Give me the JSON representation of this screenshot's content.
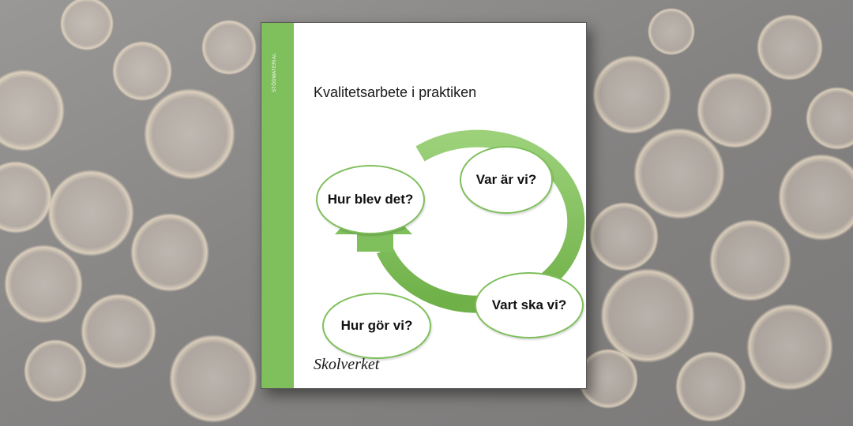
{
  "book": {
    "spine_label": "STÖDMATERIAL",
    "title": "Kvalitetsarbete i praktiken",
    "publisher": "Skolverket",
    "accent_color": "#7fbf5c"
  },
  "cycle": {
    "steps": [
      "Var är vi?",
      "Vart ska vi?",
      "Hur gör vi?",
      "Hur blev det?"
    ]
  }
}
